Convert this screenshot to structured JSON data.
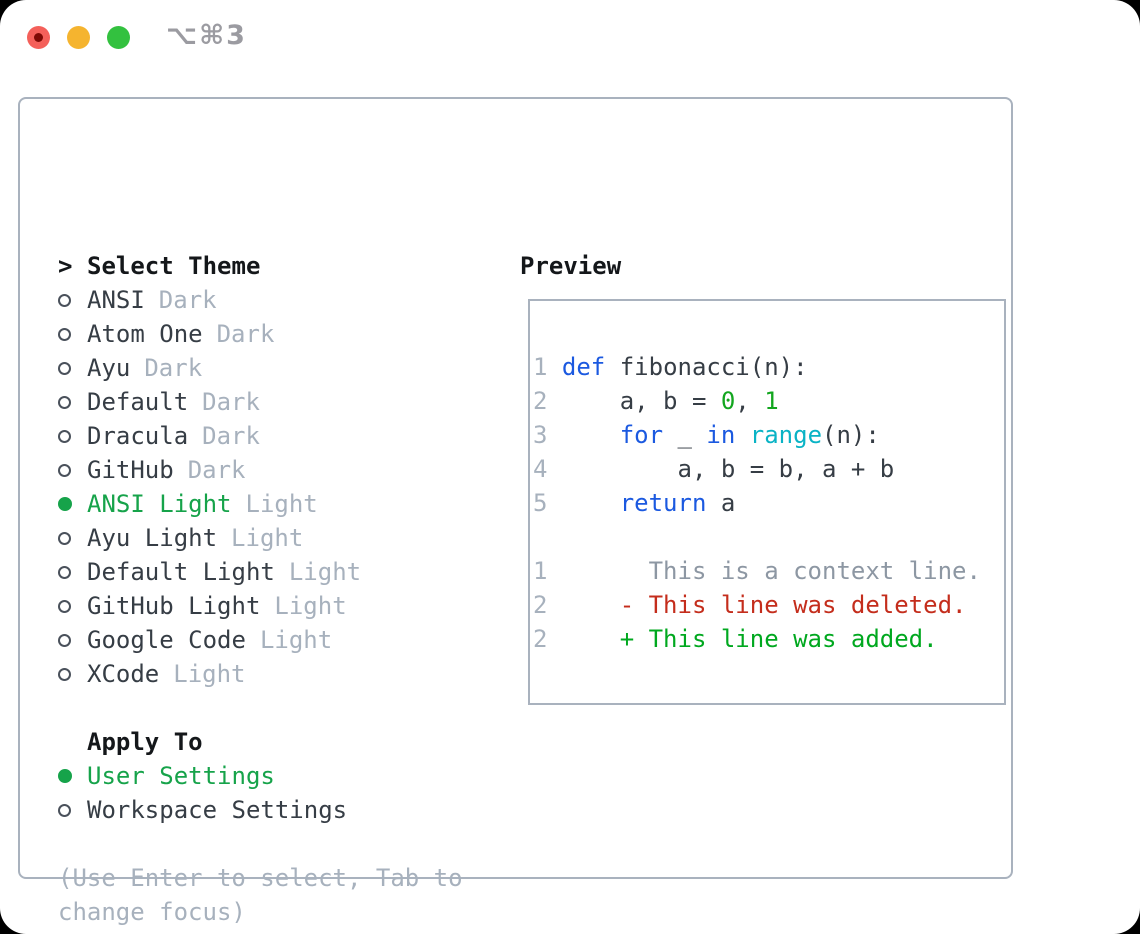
{
  "window": {
    "title": "⌥⌘3"
  },
  "colors": {
    "fg": "#363d45",
    "heading": "#14171a",
    "muted": "#a7b1bd",
    "context": "#8d97a3",
    "green": "#16a34a",
    "added": "#00a81f",
    "deleted": "#c42d1c",
    "keyword": "#1b59e0",
    "number": "#13a61f",
    "builtin": "#09b3c5",
    "border": "#a9b2be",
    "window-bg": "#ffffff",
    "titlebar-gray": "#9b9ba1",
    "light-red": "#f4605a",
    "red-dot": "#7e0a05",
    "light-yellow": "#f5b42f",
    "light-green": "#33c13f"
  },
  "theme_picker": {
    "header_marker": ">",
    "header": "Select Theme",
    "themes": [
      {
        "name": "ANSI",
        "variant": "Dark",
        "selected": false
      },
      {
        "name": "Atom One",
        "variant": "Dark",
        "selected": false
      },
      {
        "name": "Ayu",
        "variant": "Dark",
        "selected": false
      },
      {
        "name": "Default",
        "variant": "Dark",
        "selected": false
      },
      {
        "name": "Dracula",
        "variant": "Dark",
        "selected": false
      },
      {
        "name": "GitHub",
        "variant": "Dark",
        "selected": false
      },
      {
        "name": "ANSI Light",
        "variant": "Light",
        "selected": true
      },
      {
        "name": "Ayu Light",
        "variant": "Light",
        "selected": false
      },
      {
        "name": "Default Light",
        "variant": "Light",
        "selected": false
      },
      {
        "name": "GitHub Light",
        "variant": "Light",
        "selected": false
      },
      {
        "name": "Google Code",
        "variant": "Light",
        "selected": false
      },
      {
        "name": "XCode",
        "variant": "Light",
        "selected": false
      }
    ]
  },
  "apply_to": {
    "header": "Apply To",
    "options": [
      {
        "label": "User Settings",
        "selected": true
      },
      {
        "label": "Workspace Settings",
        "selected": false
      }
    ]
  },
  "hint": "(Use Enter to select, Tab to change focus)",
  "preview": {
    "header": "Preview",
    "lines": [
      {
        "tokens": [
          {
            "t": "1",
            "y": "ln"
          },
          {
            "t": " ",
            "y": "fg"
          },
          {
            "t": "def",
            "y": "kw"
          },
          {
            "t": " fibonacci(n):",
            "y": "fg"
          }
        ]
      },
      {
        "tokens": [
          {
            "t": "2",
            "y": "ln"
          },
          {
            "t": "     a, b = ",
            "y": "fg"
          },
          {
            "t": "0",
            "y": "num"
          },
          {
            "t": ", ",
            "y": "fg"
          },
          {
            "t": "1",
            "y": "num"
          }
        ]
      },
      {
        "tokens": [
          {
            "t": "3",
            "y": "ln"
          },
          {
            "t": "     ",
            "y": "fg"
          },
          {
            "t": "for",
            "y": "kw"
          },
          {
            "t": " _ ",
            "y": "fg"
          },
          {
            "t": "in",
            "y": "kw"
          },
          {
            "t": " ",
            "y": "fg"
          },
          {
            "t": "range",
            "y": "bi"
          },
          {
            "t": "(n):",
            "y": "fg"
          }
        ]
      },
      {
        "tokens": [
          {
            "t": "4",
            "y": "ln"
          },
          {
            "t": "         a, b = b, a + b",
            "y": "fg"
          }
        ]
      },
      {
        "tokens": [
          {
            "t": "5",
            "y": "ln"
          },
          {
            "t": "     ",
            "y": "fg"
          },
          {
            "t": "return",
            "y": "kw"
          },
          {
            "t": " a",
            "y": "fg"
          }
        ]
      },
      {
        "tokens": []
      },
      {
        "tokens": [
          {
            "t": "1",
            "y": "ln"
          },
          {
            "t": "       This is a context line.",
            "y": "ctx"
          }
        ]
      },
      {
        "tokens": [
          {
            "t": "2",
            "y": "ln"
          },
          {
            "t": "     - This line was deleted.",
            "y": "del"
          }
        ]
      },
      {
        "tokens": [
          {
            "t": "2",
            "y": "ln"
          },
          {
            "t": "     + This line was added.",
            "y": "add"
          }
        ]
      }
    ]
  }
}
